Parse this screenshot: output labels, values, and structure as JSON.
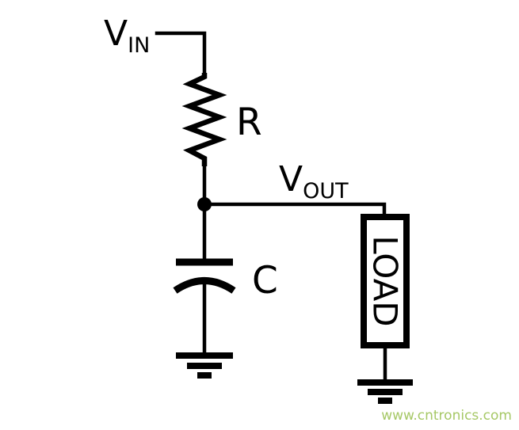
{
  "diagram": {
    "type": "circuit-schematic",
    "description": "RC filter driving a load: V_IN through series resistor R, shunt capacitor C to ground, output V_OUT across LOAD to ground",
    "labels": {
      "vin": {
        "main": "V",
        "sub": "IN"
      },
      "vout": {
        "main": "V",
        "sub": "OUT"
      },
      "resistor": "R",
      "capacitor": "C",
      "load": "LOAD"
    },
    "components": {
      "resistor": {
        "symbol": "zigzag",
        "name": "R",
        "between": [
          "V_IN",
          "V_OUT node"
        ]
      },
      "capacitor": {
        "symbol": "flat-plate-over-curved-plate",
        "name": "C",
        "between": [
          "V_OUT node",
          "ground"
        ]
      },
      "load": {
        "symbol": "boxed-label",
        "name": "LOAD",
        "between": [
          "V_OUT node",
          "ground"
        ]
      },
      "grounds": 2,
      "junction_dot": true
    },
    "colors": {
      "line": "#000000",
      "background": "#ffffff",
      "watermark": "#a6c866"
    },
    "watermark": "www.cntronics.com"
  }
}
